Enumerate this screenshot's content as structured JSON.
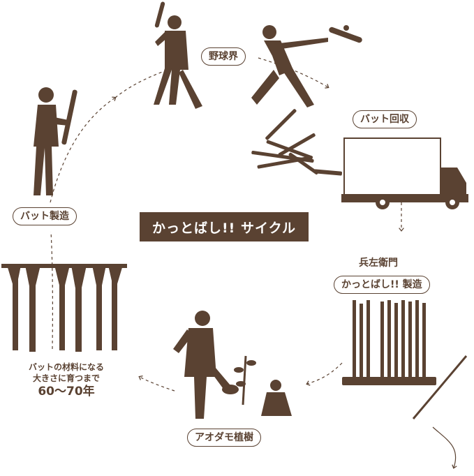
{
  "title": "かっとばし!! サイクル",
  "colors": {
    "brown": "#5a4232",
    "background": "#ffffff"
  },
  "steps": {
    "baseball_world": "野球界",
    "bat_collection": "バット回収",
    "maker": "兵左衛門",
    "chopstick_making": "かっとばし!! 製造",
    "planting": "アオダモ植樹",
    "growth_line1": "バットの材料になる",
    "growth_line2": "大きさに育つまで",
    "growth_years": "60～70年",
    "bat_making": "バット製造"
  }
}
